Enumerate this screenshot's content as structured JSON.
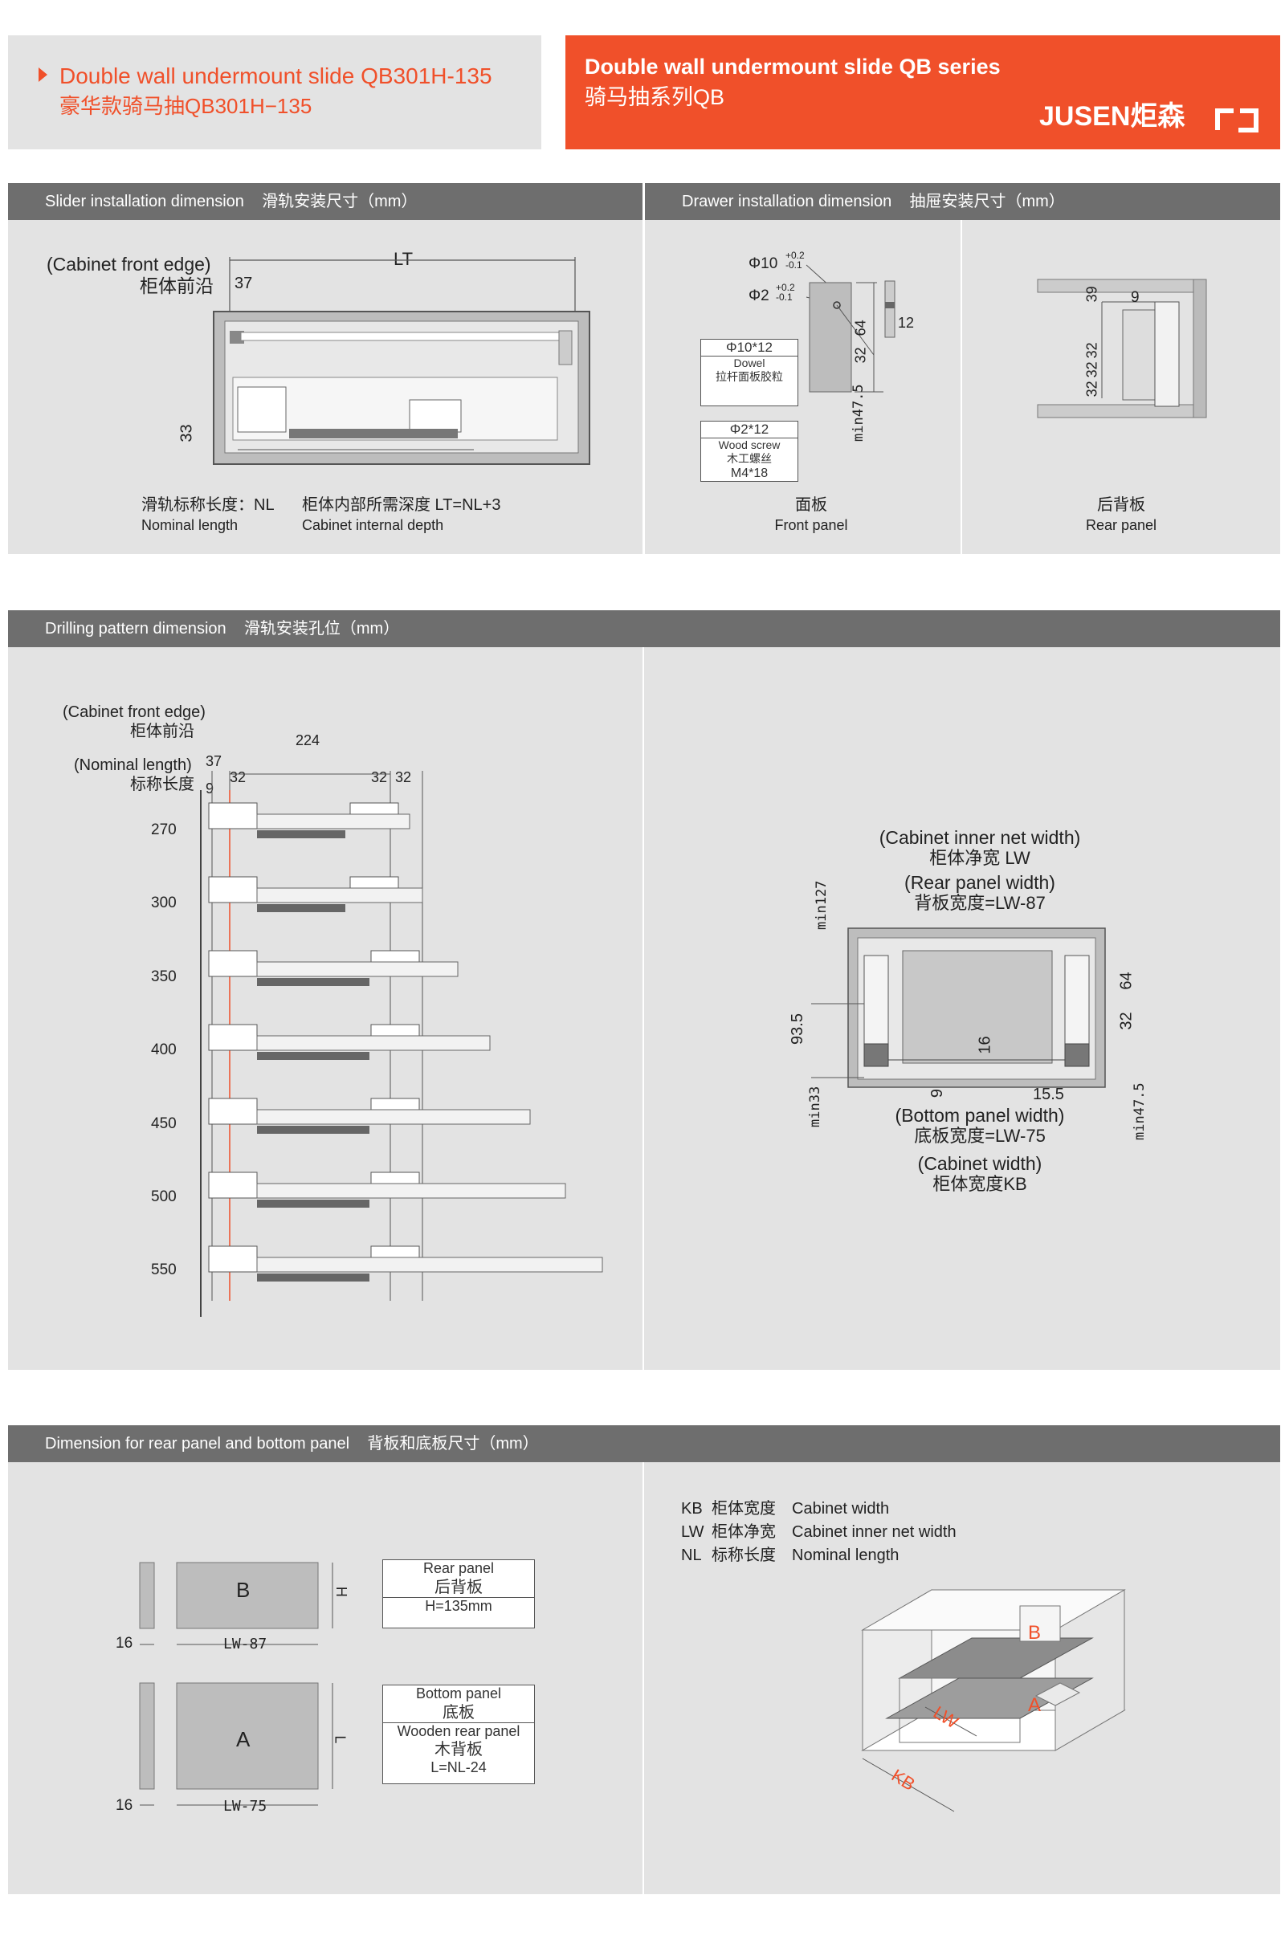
{
  "header": {
    "left_title_en": "Double wall undermount slide QB301H-135",
    "left_title_cn": "豪华款骑马抽QB301H−135",
    "right_title_en": "Double wall undermount slide QB series",
    "right_title_cn": "骑马抽系列QB",
    "brand": "JUSEN炬森",
    "colors": {
      "accent": "#f0502a",
      "gray_panel": "#e3e3e3",
      "bar": "#6e6e6e"
    }
  },
  "section1": {
    "bar_left": "Slider installation dimension    滑轨安装尺寸（mm）",
    "bar_right": "Drawer installation dimension    抽屉安装尺寸（mm）",
    "cabinet_front_edge_en": "(Cabinet front edge)",
    "cabinet_front_edge_cn": "柜体前沿",
    "dim_37": "37",
    "dim_lt": "LT",
    "dim_33": "33",
    "nominal_cn": "滑轨标称长度：NL",
    "nominal_en": "Nominal length",
    "internal_cn": "柜体内部所需深度 LT=NL+3",
    "internal_en": "Cabinet internal depth",
    "front_panel": {
      "phi10": "Φ10",
      "phi10_tol": "+0.2\n-0.1",
      "phi2": "Φ2",
      "phi2_tol": "+0.2\n-0.1",
      "dowel_size": "Φ10*12",
      "dowel_en": "Dowel",
      "dowel_cn": "拉杆面板胶粒",
      "screw_size": "Φ2*12",
      "screw_en": "Wood screw",
      "screw_cn": "木工螺丝",
      "screw_m": "M4*18",
      "dim_64": "64",
      "dim_32": "32",
      "dim_12": "12",
      "dim_min47": "min47.5",
      "label_cn": "面板",
      "label_en": "Front panel"
    },
    "rear_panel": {
      "dim_39": "39",
      "dim_9": "9",
      "dim_32a": "32",
      "dim_32b": "32",
      "dim_32c": "32",
      "label_cn": "后背板",
      "label_en": "Rear panel"
    }
  },
  "section2": {
    "bar": "Drilling pattern dimension    滑轨安装孔位（mm）",
    "cabinet_front_edge_en": "(Cabinet front edge)",
    "cabinet_front_edge_cn": "柜体前沿",
    "nominal_en": "(Nominal length)",
    "nominal_cn": "标称长度",
    "dim_37": "37",
    "dim_224": "224",
    "dim_32a": "32",
    "dim_32b": "32",
    "dim_32c": "32",
    "dim_9": "9",
    "lengths": [
      "270",
      "300",
      "350",
      "400",
      "450",
      "500",
      "550"
    ],
    "cross": {
      "inner_net_en": "(Cabinet inner net width)",
      "inner_net_cn": "柜体净宽 LW",
      "rear_en": "(Rear panel width)",
      "rear_cn": "背板宽度=LW-87",
      "min127": "min127",
      "d935": "93.5",
      "min33": "min33",
      "d16": "16",
      "d9": "9",
      "d155": "15.5",
      "d64": "64",
      "d32": "32",
      "min475": "min47.5",
      "bottom_en": "(Bottom panel width)",
      "bottom_cn": "底板宽度=LW-75",
      "cab_en": "(Cabinet width)",
      "cab_cn": "柜体宽度KB"
    }
  },
  "section3": {
    "bar": "Dimension for rear panel and bottom panel    背板和底板尺寸（mm）",
    "panel_b": "B",
    "panel_a": "A",
    "dim_h": "H",
    "dim_l": "L",
    "dim_16a": "16",
    "dim_16b": "16",
    "dim_lw87": "LW-87",
    "dim_lw75": "LW-75",
    "rear_en": "Rear panel",
    "rear_cn": "后背板",
    "rear_h": "H=135mm",
    "bottom_en": "Bottom panel",
    "bottom_cn": "底板",
    "wooden_en": "Wooden rear panel",
    "wooden_cn": "木背板",
    "wooden_l": "L=NL-24",
    "legend": [
      {
        "code": "KB",
        "cn": "柜体宽度",
        "en": "Cabinet width"
      },
      {
        "code": "LW",
        "cn": "柜体净宽",
        "en": "Cabinet inner net width"
      },
      {
        "code": "NL",
        "cn": "标称长度",
        "en": "Nominal length"
      }
    ],
    "iso_b": "B",
    "iso_a": "A",
    "iso_lw": "LW",
    "iso_kb": "KB"
  }
}
